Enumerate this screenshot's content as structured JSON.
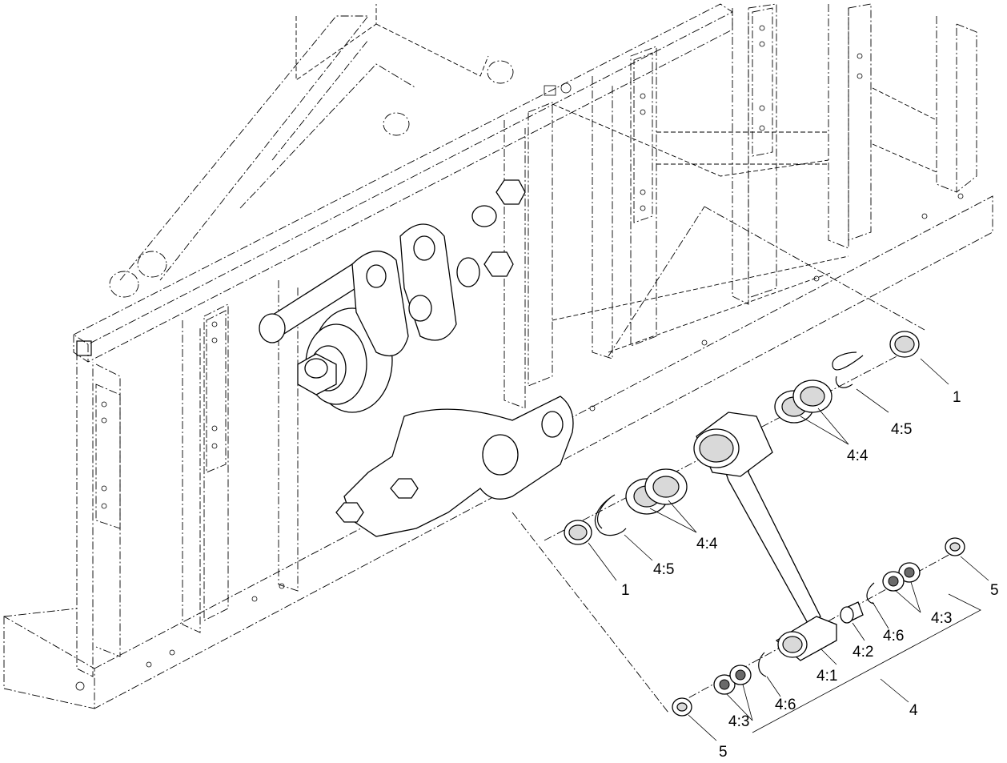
{
  "callouts": {
    "c1_upper": "1",
    "c45_upper": "4:5",
    "c44_upper": "4:4",
    "c44_left": "4:4",
    "c45_left": "4:5",
    "c1_left": "1",
    "c5_right": "5",
    "c43_right": "4:3",
    "c46_right": "4:6",
    "c42": "4:2",
    "c41": "4:1",
    "c4": "4",
    "c46_left": "4:6",
    "c43_left": "4:3",
    "c5_left": "5"
  },
  "colors": {
    "line": "#000000",
    "background": "#ffffff",
    "fill_shade": "#d9d9d9"
  }
}
